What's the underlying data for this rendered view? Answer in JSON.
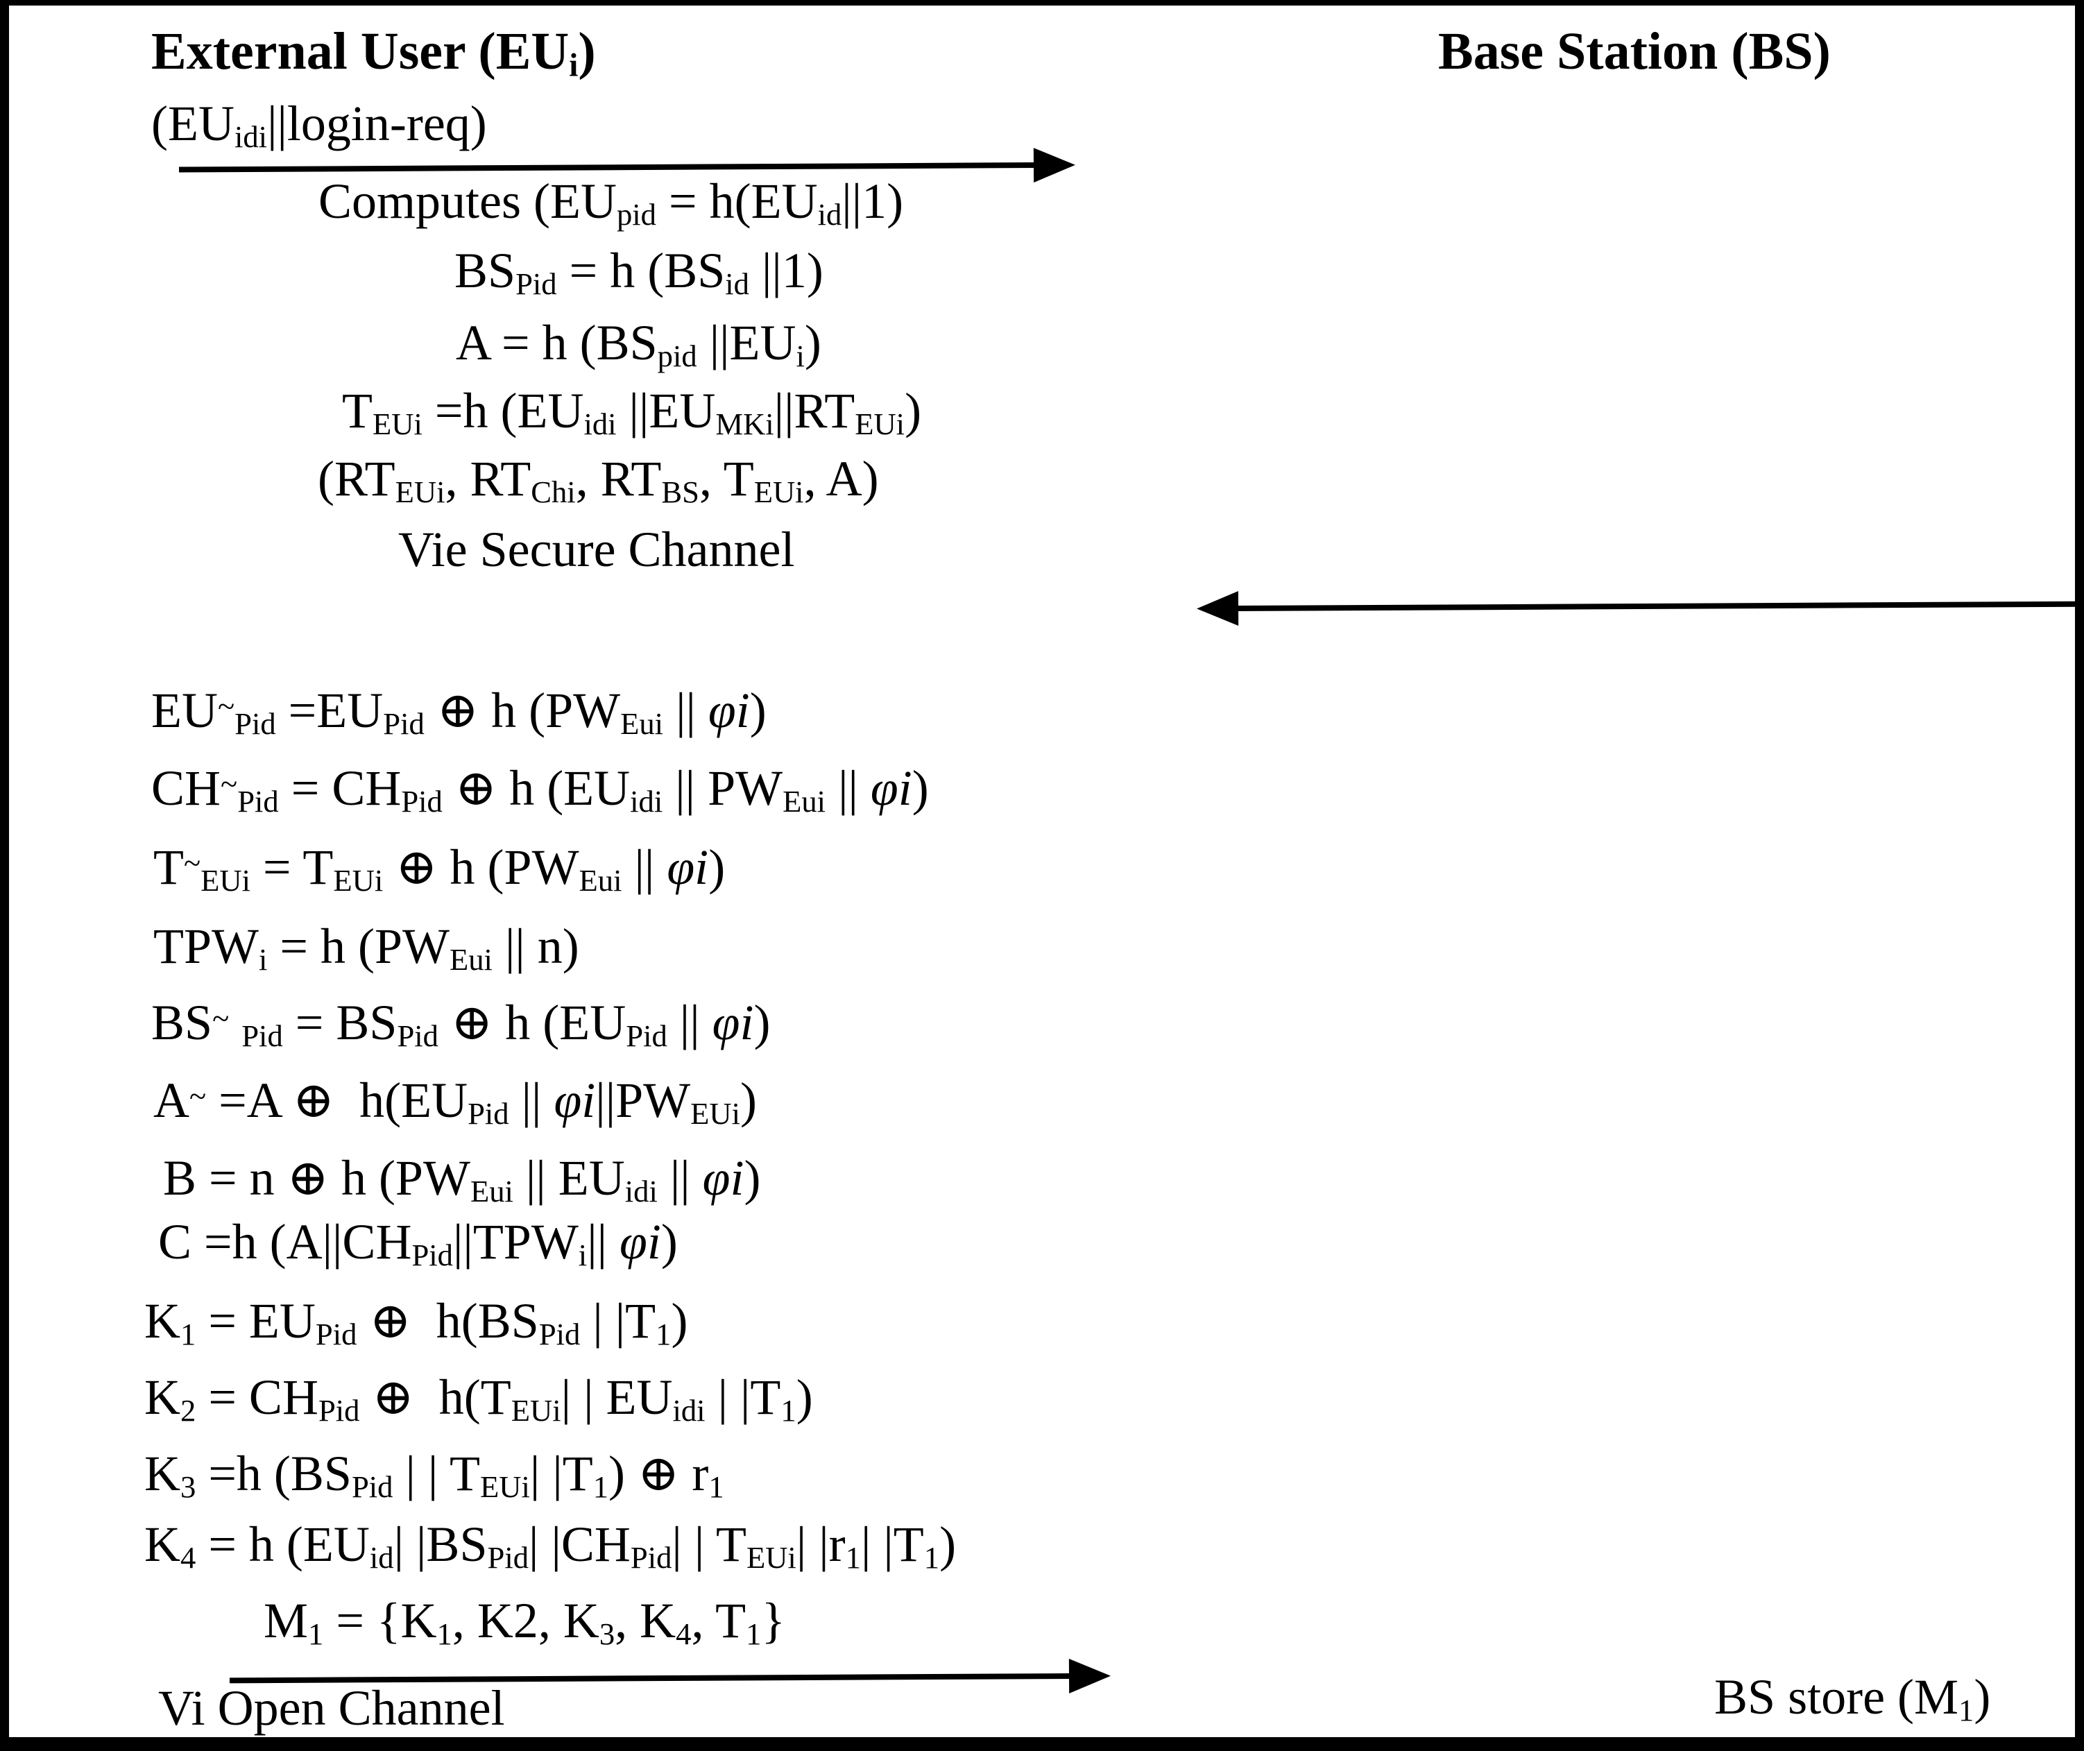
{
  "colors": {
    "background": "#ffffff",
    "border": "#000000",
    "text": "#000000",
    "arrow": "#000000"
  },
  "diagram": {
    "actors": [
      {
        "id": "external-user",
        "name": "External User (EU_{i})"
      },
      {
        "id": "base-station",
        "name": "Base Station (BS)"
      }
    ],
    "login_request_label": "(EU_{idi}||login-req)",
    "registration_lines": [
      "Computes (EU_{pid} = h(EU_{id}||1)",
      "BS_{Pid} = h (BS_{id} ||1)",
      "A = h (BS_{pid} ||EU_{i})",
      "T_{EUi} =h (EU_{idi} ||EU_{MKi}||RT_{EUi})",
      "(RT_{EUi}, RT_{Chi}, RT_{BS}, T_{EUi}, A)",
      "Vie Secure Channel"
    ],
    "user_computation_lines": [
      "EU^{~}_{Pid} =EU_{Pid} ⊕ h (PW_{Eui} || *{φi})",
      "CH^{~}_{Pid} = CH_{Pid} ⊕ h (EU_{idi} || PW_{Eui} || *{φi})",
      "T^{~}_{EUi} = T_{EUi} ⊕ h (PW_{Eui} || *{φi})",
      "TPW_{i} = h (PW_{Eui} || n)",
      "BS^{~} _{Pid} = BS_{Pid} ⊕ h (EU_{Pid} || *{φi})",
      "A^{~} =A ⊕  h(EU_{Pid} || *{φi}||PW_{EUi})",
      "B = n ⊕ h (PW_{Eui} || EU_{idi} || *{φi})",
      "C =h (A||CH_{Pid}||TPW_{i}|| *{φi})",
      "K_{1} = EU_{Pid} ⊕  h(BS_{Pid} | |T_{1})",
      "K_{2} = CH_{Pid} ⊕  h(T_{EUi}| | EU_{idi} | |T_{1})",
      "K_{3} =h (BS_{Pid} | | T_{EUi}| |T_{1}) ⊕ r_{1}",
      "K_{4} = h (EU_{id}| |BS_{Pid}| |CH_{Pid}| | T_{EUi}| |r_{1}| |T_{1})",
      "M_{1} = {K_{1}, K2, K_{3}, K_{4}, T_{1}}"
    ],
    "open_channel_label": "Vi Open Channel",
    "bs_store_note": "BS store (M_{1})",
    "arrows": [
      {
        "direction": "right",
        "from": "external-user",
        "to": "base-station",
        "label": "(EU_{idi}||login-req)"
      },
      {
        "direction": "left",
        "from": "base-station",
        "to": "external-user",
        "label": "Vie Secure Channel"
      },
      {
        "direction": "right",
        "from": "external-user",
        "to": "base-station",
        "label": "Vi Open Channel"
      }
    ]
  }
}
